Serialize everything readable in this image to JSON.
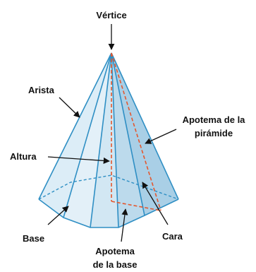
{
  "labels": {
    "vertice": "Vértice",
    "arista": "Arista",
    "apotema_piramide_line1": "Apotema de la",
    "apotema_piramide_line2": "pirámide",
    "altura": "Altura",
    "base": "Base",
    "cara": "Cara",
    "apotema_base_line1": "Apotema",
    "apotema_base_line2": "de la base"
  },
  "colors": {
    "edge": "#2f8fc4",
    "face_light": "#dcedf7",
    "face_mid": "#c9e2f1",
    "face_dark": "#a9cfe6",
    "dashed_red": "#e4572e"
  }
}
